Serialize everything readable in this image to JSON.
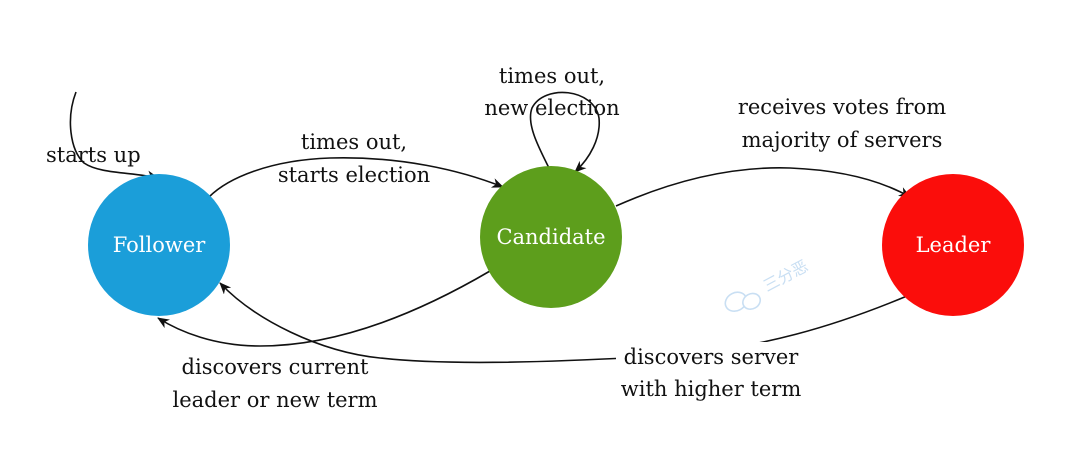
{
  "colors": {
    "follower": "#1b9ed9",
    "candidate": "#5d9e1c",
    "leader": "#fb0d0b",
    "ink": "#111111",
    "watermark": "#c9dff3"
  },
  "states": {
    "follower": "Follower",
    "candidate": "Candidate",
    "leader": "Leader"
  },
  "transitions": {
    "start": "starts up",
    "to_candidate": [
      "times out,",
      "starts election"
    ],
    "re_election": [
      "times out,",
      "new election"
    ],
    "to_leader": [
      "receives votes from",
      "majority of servers"
    ],
    "candidate_to_follower": [
      "discovers current",
      "leader or new term"
    ],
    "leader_to_follower": [
      "discovers server",
      "with higher term"
    ]
  },
  "watermark": {
    "icon": "wechat-icon",
    "text": "三分恶"
  }
}
